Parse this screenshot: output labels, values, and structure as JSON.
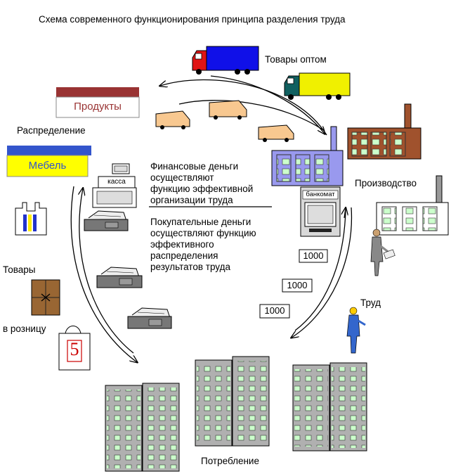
{
  "title": "Схема современного функционирования принципа разделения труда",
  "labels": {
    "wholesale": "Товары оптом",
    "distribution": "Распределение",
    "production": "Производство",
    "labor": "Труд",
    "goods": "Товары",
    "retail": "в розницу",
    "consumption": "Потребление"
  },
  "signs": {
    "products": "Продукты",
    "furniture": "Мебель",
    "register": "касса",
    "atm": "банкомат",
    "bag_digit": "5",
    "money_1": "1000",
    "money_2": "1000",
    "money_3": "1000"
  },
  "texts": {
    "financial": [
      "Финансовые деньги",
      "осуществляют",
      "функцию эффективной",
      "организации труда"
    ],
    "purchasing": [
      "Покупательные деньги",
      "осуществляют функцию",
      "эффективного",
      "распределения",
      "результатов труда"
    ]
  },
  "colors": {
    "truck_red": "#e01414",
    "truck_blue": "#1010e8",
    "truck_teal": "#106060",
    "truck_yellow": "#f0f000",
    "van_peach": "#f8c890",
    "sign_red": "#993333",
    "sign_blue": "#3355cc",
    "sign_yellow": "#ffff00",
    "factory_brown": "#a0522d",
    "factory_tan": "#eedd99",
    "window_green": "#ccffcc",
    "building_gray": "#b0b0b0",
    "factory_lavender": "#9999ee"
  }
}
